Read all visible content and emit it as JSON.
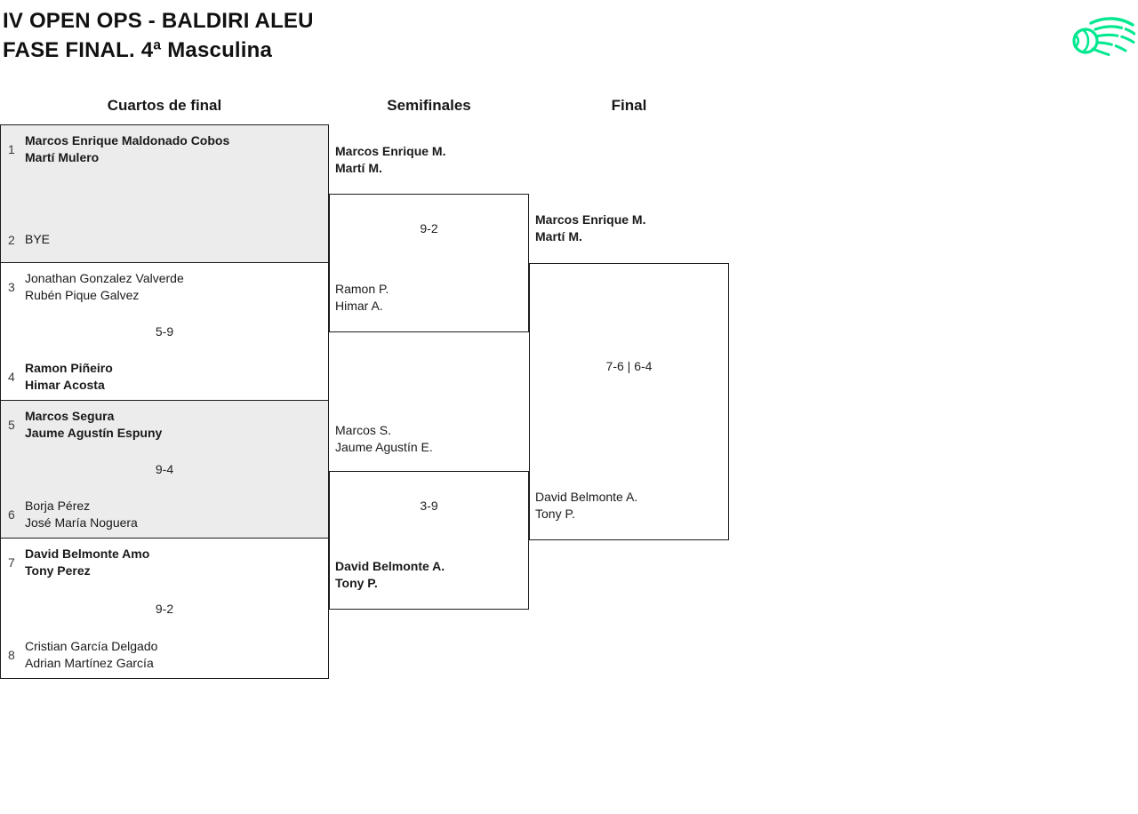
{
  "header": {
    "title_line1": "IV OPEN OPS - BALDIRI ALEU",
    "title_line2": "FASE FINAL. 4ª Masculina"
  },
  "logo": {
    "icon": "tennis-ball-swoosh-icon",
    "color": "#00e88f"
  },
  "colors": {
    "card_alt_background": "#ececec",
    "border": "#1c1c1c",
    "text": "#1a1a1a",
    "accent_green": "#00e88f"
  },
  "round_headers": {
    "quarterfinals": "Cuartos de final",
    "semifinals": "Semifinales",
    "final": "Final"
  },
  "quarterfinals": [
    {
      "top": {
        "seed": "1",
        "line1": "Marcos Enrique Maldonado Cobos",
        "line2": "Martí Mulero",
        "winner": true
      },
      "bottom": {
        "seed": "2",
        "line1": "BYE",
        "line2": "",
        "winner": false
      },
      "score": ""
    },
    {
      "top": {
        "seed": "3",
        "line1": "Jonathan Gonzalez Valverde",
        "line2": "Rubén Pique Galvez",
        "winner": false
      },
      "bottom": {
        "seed": "4",
        "line1": "Ramon Piñeiro",
        "line2": "Himar Acosta",
        "winner": true
      },
      "score": "5-9"
    },
    {
      "top": {
        "seed": "5",
        "line1": "Marcos Segura",
        "line2": "Jaume Agustín Espuny",
        "winner": true
      },
      "bottom": {
        "seed": "6",
        "line1": "Borja Pérez",
        "line2": "José María Noguera",
        "winner": false
      },
      "score": "9-4"
    },
    {
      "top": {
        "seed": "7",
        "line1": "David Belmonte Amo",
        "line2": "Tony Perez",
        "winner": true
      },
      "bottom": {
        "seed": "8",
        "line1": "Cristian García Delgado",
        "line2": "Adrian Martínez García",
        "winner": false
      },
      "score": "9-2"
    }
  ],
  "semifinals": [
    {
      "top": {
        "line1": "Marcos Enrique M.",
        "line2": "Martí M.",
        "winner": true
      },
      "bottom": {
        "line1": "Ramon P.",
        "line2": "Himar A.",
        "winner": false
      },
      "score": "9-2"
    },
    {
      "top": {
        "line1": "Marcos S.",
        "line2": "Jaume Agustín E.",
        "winner": false
      },
      "bottom": {
        "line1": "David Belmonte A.",
        "line2": "Tony P.",
        "winner": true
      },
      "score": "3-9"
    }
  ],
  "final": {
    "top": {
      "line1": "Marcos Enrique M.",
      "line2": "Martí M.",
      "winner": true
    },
    "bottom": {
      "line1": "David Belmonte A.",
      "line2": "Tony P.",
      "winner": false
    },
    "score": "7-6 | 6-4"
  }
}
